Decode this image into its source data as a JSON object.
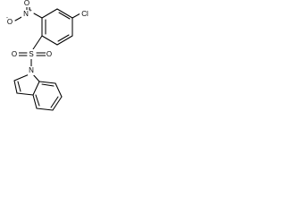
{
  "figure": {
    "labels": {
      "nitro_oxygen_left": "O",
      "nitro_oxygen_left_charge": "-",
      "nitro_nitrogen": "N",
      "nitro_nitrogen_charge": "+",
      "nitro_oxygen_top": "O",
      "chlorine": "Cl",
      "sulfur": "S",
      "sulfonyl_oxygen_left": "O",
      "sulfonyl_oxygen_right": "O",
      "indole_nitrogen": "N"
    },
    "colors": {
      "ink": "#000000",
      "background": "#ffffff"
    }
  }
}
